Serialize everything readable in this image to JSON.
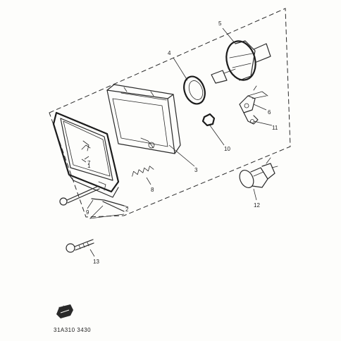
{
  "diagram": {
    "callouts": [
      "1",
      "2",
      "3",
      "4",
      "5",
      "6",
      "7",
      "8",
      "9",
      "10",
      "11",
      "12",
      "13"
    ],
    "reference_code": "31A310 3430"
  },
  "colors": {
    "ink": "#2a2a2a",
    "paper": "#fdfdfb"
  }
}
